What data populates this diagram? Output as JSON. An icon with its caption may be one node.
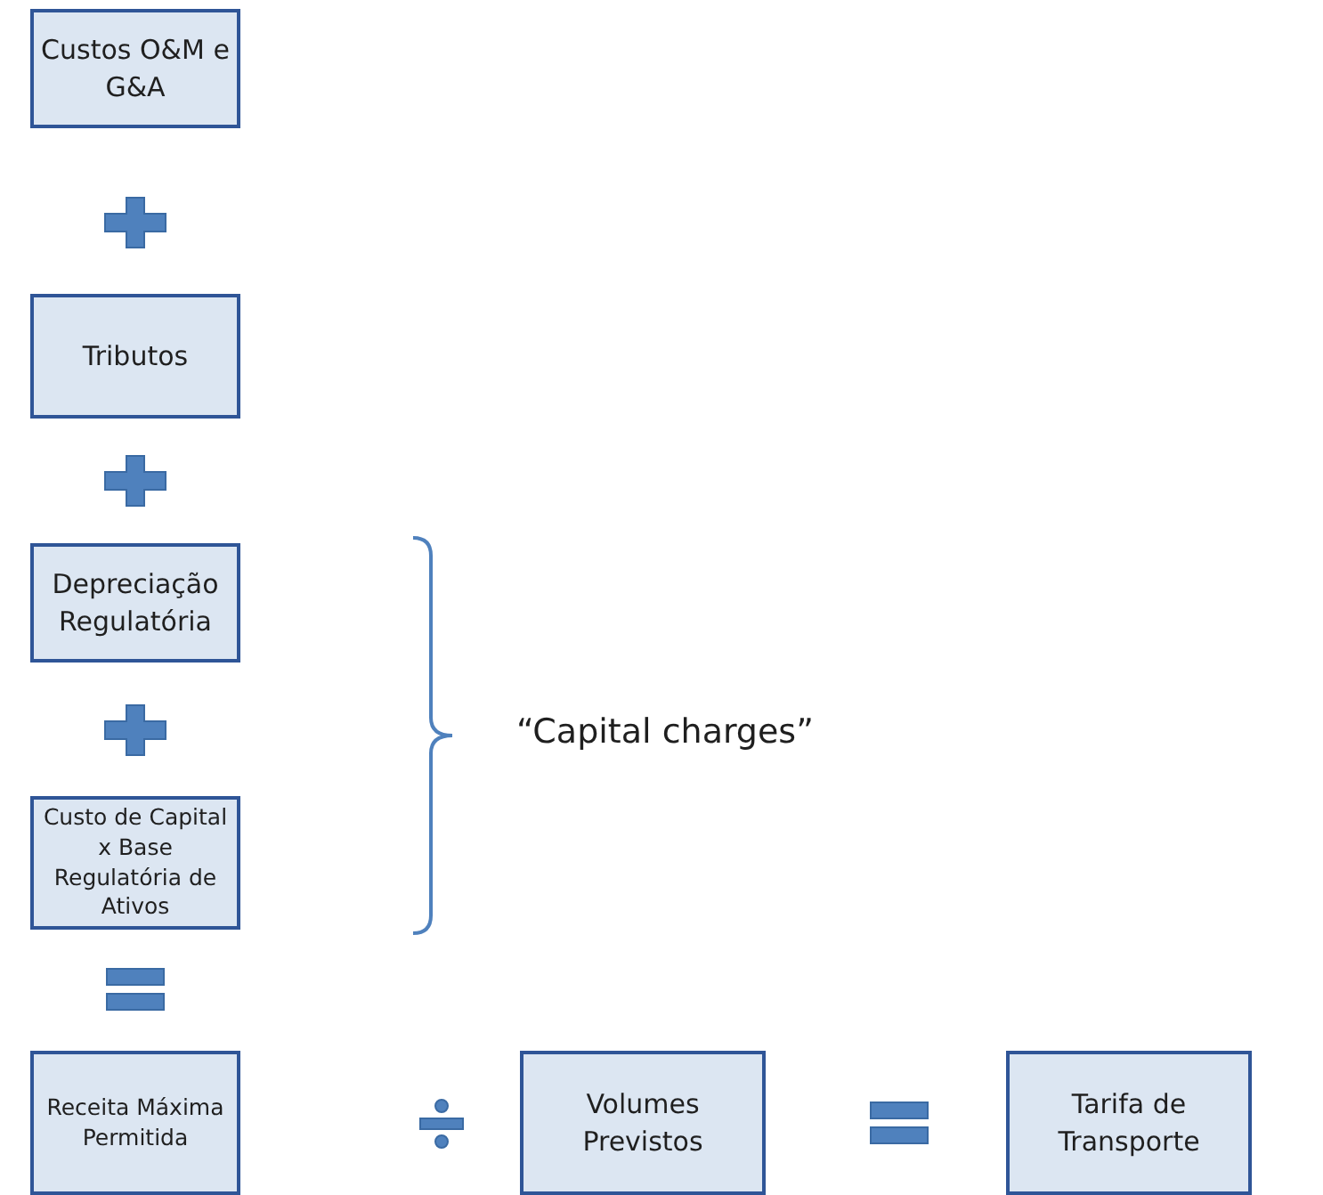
{
  "diagram": {
    "nodes": [
      {
        "text": [
          "Custos O&M e G&A"
        ]
      },
      {
        "text": [
          "Tributos"
        ]
      },
      {
        "text": [
          "Depreciação Regulatória"
        ]
      },
      {
        "text": [
          "Custo de Capital x Base Regulatória de Ativos"
        ]
      },
      {
        "text": [
          "Receita Máxima Permitida"
        ]
      },
      {
        "text": [
          "Volumes Previstos"
        ]
      },
      {
        "text": [
          "Tarifa de Transporte"
        ]
      }
    ],
    "labels": [
      "“Capital charges”"
    ]
  }
}
